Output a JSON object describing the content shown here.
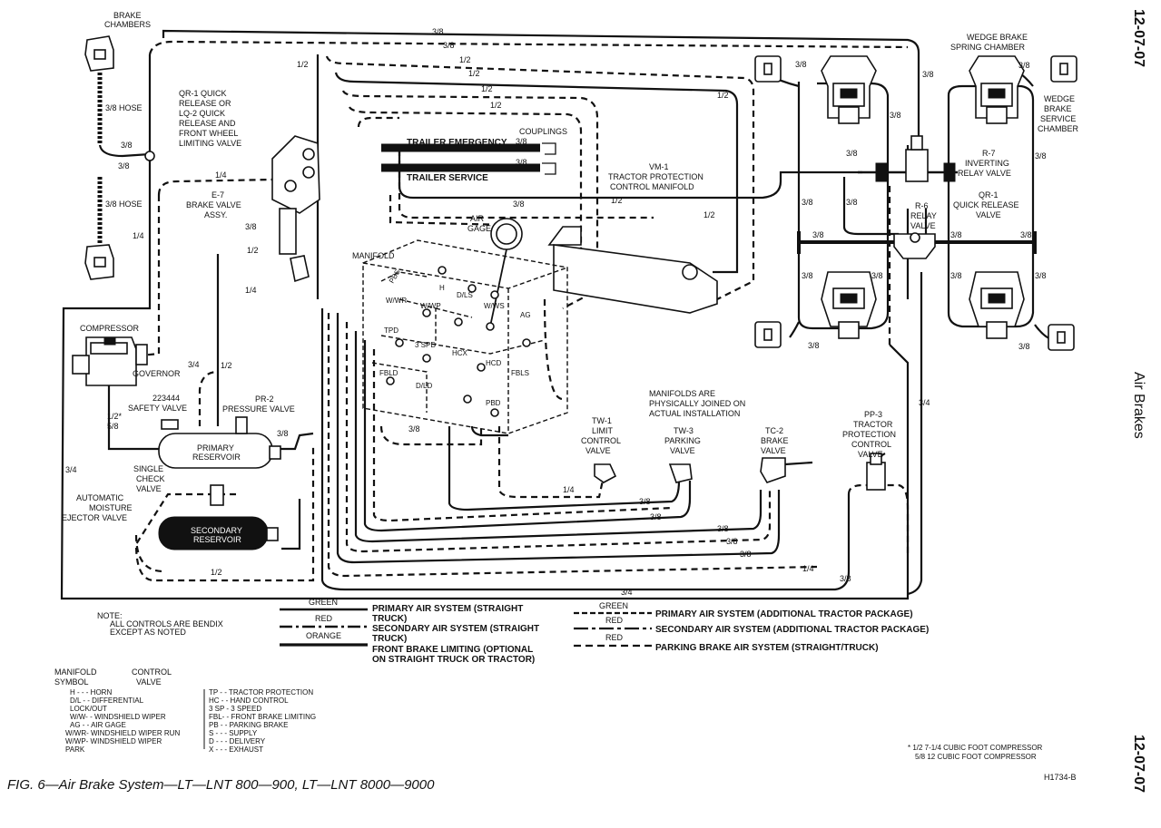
{
  "side": {
    "page_top": "12-07-07",
    "section": "Air Brakes",
    "page_bottom": "12-07-07"
  },
  "labels": {
    "brake_chambers": [
      "BRAKE",
      "CHAMBERS"
    ],
    "hose_top": "3/8 HOSE",
    "hose_bottom": "3/8 HOSE",
    "qr1_quick_release": [
      "QR-1 QUICK",
      "RELEASE OR",
      "LQ-2 QUICK",
      "RELEASE AND",
      "FRONT WHEEL",
      "LIMITING VALVE"
    ],
    "e7_brake_valve": [
      "E-7",
      "BRAKE VALVE",
      "ASSY."
    ],
    "trailer_emergency": "TRAILER EMERGENCY",
    "trailer_service": "TRAILER SERVICE",
    "couplings": "COUPLINGS",
    "vm1": [
      "VM-1",
      "TRACTOR PROTECTION",
      "CONTROL MANIFOLD"
    ],
    "air_gage": [
      "AIR",
      "GAGE"
    ],
    "manifold": "MANIFOLD",
    "compressor": "COMPRESSOR",
    "governor": "GOVERNOR",
    "safety_valve": [
      "223444",
      "SAFETY VALVE"
    ],
    "pr2": [
      "PR-2",
      "PRESSURE VALVE"
    ],
    "primary_reservoir": [
      "PRIMARY",
      "RESERVOIR"
    ],
    "single_check": [
      "SINGLE",
      "CHECK",
      "VALVE"
    ],
    "moisture_ejector": [
      "AUTOMATIC",
      "MOISTURE",
      "EJECTOR VALVE"
    ],
    "secondary_reservoir": [
      "SECONDARY",
      "RESERVOIR"
    ],
    "manifolds_note": [
      "MANIFOLDS ARE",
      "PHYSICALLY JOINED ON",
      "ACTUAL INSTALLATION"
    ],
    "tw1": [
      "TW-1",
      "LIMIT",
      "CONTROL",
      "VALVE"
    ],
    "tw3": [
      "TW-3",
      "PARKING",
      "VALVE"
    ],
    "tc2": [
      "TC-2",
      "BRAKE",
      "VALVE"
    ],
    "pp3": [
      "PP-3",
      "TRACTOR",
      "PROTECTION",
      "CONTROL",
      "VALVE"
    ],
    "wedge_spring": [
      "WEDGE BRAKE",
      "SPRING CHAMBER"
    ],
    "wedge_service": [
      "WEDGE",
      "BRAKE",
      "SERVICE",
      "CHAMBER"
    ],
    "r7": [
      "R-7",
      "INVERTING",
      "RELAY VALVE"
    ],
    "qr1_right": [
      "QR-1",
      "QUICK RELEASE",
      "VALVE"
    ],
    "r6": [
      "R-6",
      "RELAY",
      "VALVE"
    ],
    "manifold_codes": [
      "PBS",
      "H",
      "D/LS",
      "W/WR",
      "W/WP",
      "W/WS",
      "AG",
      "TPD",
      "3 SPD",
      "HCX",
      "HCD",
      "FBLS",
      "FBLD",
      "D/LD",
      "PBD"
    ],
    "note": [
      "NOTE:",
      "ALL CONTROLS ARE BENDIX",
      "EXCEPT AS NOTED"
    ]
  },
  "sizes": {
    "s38": "3/8",
    "s12": "1/2",
    "s14": "1/4",
    "s34": "3/4",
    "s12x": "1/2*",
    "s58": "5/8"
  },
  "legend": {
    "left": [
      {
        "color": "GREEN",
        "text": [
          "PRIMARY AIR SYSTEM (STRAIGHT",
          "TRUCK)"
        ]
      },
      {
        "color": "RED",
        "text": [
          "SECONDARY AIR SYSTEM (STRAIGHT",
          "TRUCK)"
        ]
      },
      {
        "color": "ORANGE",
        "text": [
          "FRONT BRAKE LIMITING (OPTIONAL",
          "ON STRAIGHT TRUCK OR TRACTOR)"
        ]
      }
    ],
    "right": [
      {
        "color": "GREEN",
        "text": "PRIMARY AIR SYSTEM (ADDITIONAL TRACTOR PACKAGE)"
      },
      {
        "color": "RED",
        "text": "SECONDARY AIR SYSTEM (ADDITIONAL TRACTOR PACKAGE)"
      },
      {
        "color": "RED",
        "text": "PARKING BRAKE AIR SYSTEM   (STRAIGHT/TRUCK)"
      }
    ]
  },
  "symbols": {
    "header_left": [
      "MANIFOLD",
      "SYMBOL"
    ],
    "header_right": [
      "CONTROL",
      "VALVE"
    ],
    "left": [
      "H  - - -  HORN",
      "D/L - -  DIFFERENTIAL",
      "              LOCK/OUT",
      "W/W- -  WINDSHIELD WIPER",
      "AG  - -  AIR GAGE",
      "W/WR- WINDSHIELD WIPER RUN",
      "W/WP- WINDSHIELD WIPER",
      "              PARK"
    ],
    "right": [
      "TP  - -  TRACTOR PROTECTION",
      "HC  - -  HAND CONTROL",
      "3 SP  -  3 SPEED",
      "FBL- -  FRONT BRAKE LIMITING",
      "PB  - -  PARKING BRAKE",
      "S - - -  SUPPLY",
      "D  - - -  DELIVERY",
      "X  - - -  EXHAUST"
    ]
  },
  "footnote": [
    "* 1/2   7-1/4 CUBIC FOOT COMPRESSOR",
    "5/8   12 CUBIC FOOT COMPRESSOR"
  ],
  "caption": "FIG. 6—Air Brake System—LT—LNT 800—900, LT—LNT 8000—9000",
  "ref_code": "H1734-B"
}
